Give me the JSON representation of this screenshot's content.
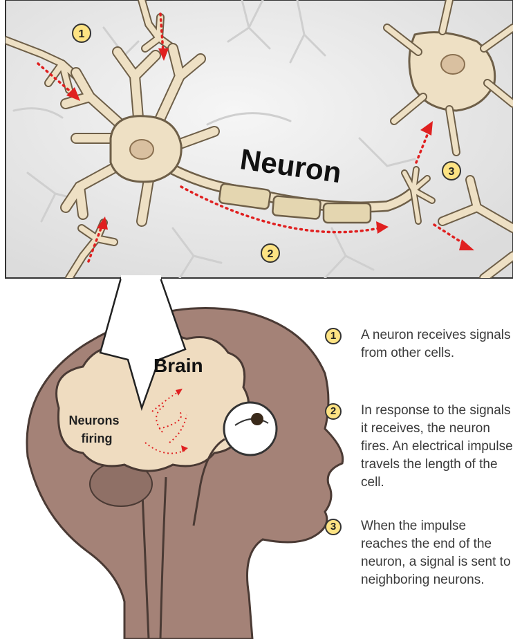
{
  "labels": {
    "neuron": "Neuron",
    "brain": "Brain",
    "neurons_firing_line1": "Neurons",
    "neurons_firing_line2": "firing"
  },
  "markers": [
    "1",
    "2",
    "3"
  ],
  "steps": [
    {
      "num": "1",
      "text": "A neuron receives signals from other cells."
    },
    {
      "num": "2",
      "text": "In response to the signals it receives, the neuron fires.  An electrical impulse travels the length of the cell."
    },
    {
      "num": "3",
      "text": "When the impulse reaches the end of the neuron, a signal is sent to neighboring neurons."
    }
  ],
  "colors": {
    "neuron_fill": "#eee0c4",
    "neuron_stroke": "#6e5f48",
    "myelin": "#e4d6b0",
    "nucleus": "#d9c0a0",
    "signal_arrow": "#e02020",
    "marker_fill": "#fde383",
    "head_skin": "#a48277",
    "head_outline": "#4a3a34",
    "brain_fill": "#efdcc0",
    "background_cells": "#d4d4d4",
    "panel_bg": "#ececec"
  }
}
